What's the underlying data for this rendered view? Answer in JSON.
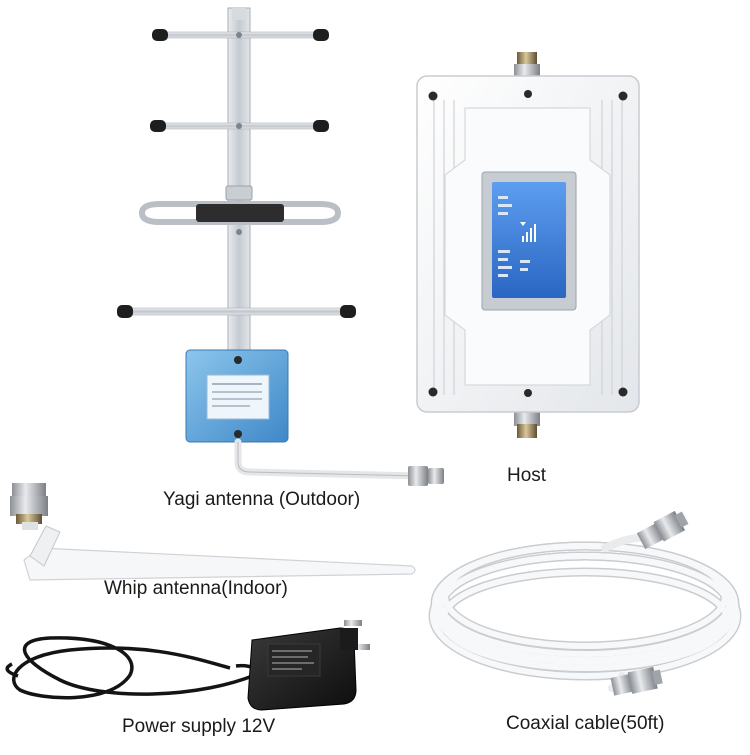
{
  "captions": {
    "yagi": "Yagi antenna (Outdoor)",
    "host": "Host",
    "whip": "Whip antenna(Indoor)",
    "power": "Power supply 12V",
    "coax": "Coaxial cable(50ft)"
  },
  "colors": {
    "background": "#ffffff",
    "aluminum": "#c9ced3",
    "plate_blue": "#5fa3d6",
    "lcd_blue": "#3b7fd9",
    "host_white": "#f4f5f6",
    "cable_white": "#f2f2f2",
    "connector_silver": "#b9bcc0",
    "adapter_black": "#1c1c1c"
  }
}
